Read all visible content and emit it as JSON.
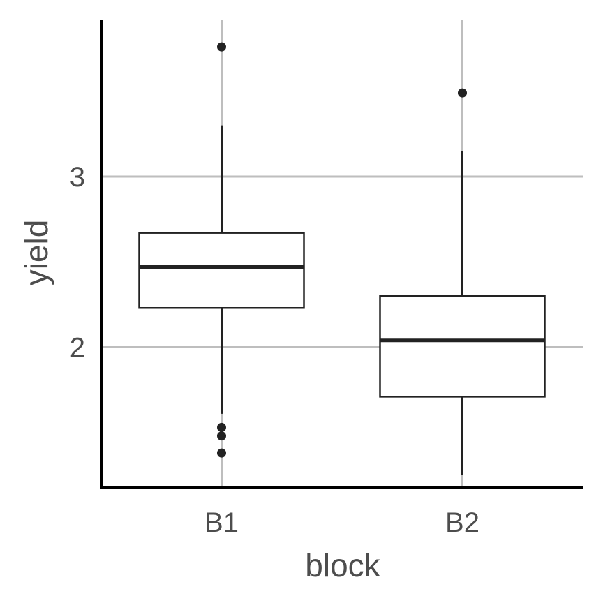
{
  "chart_data": {
    "type": "boxplot",
    "title": "",
    "xlabel": "block",
    "ylabel": "yield",
    "categories": [
      "B1",
      "B2"
    ],
    "ylim": [
      1.18,
      3.92
    ],
    "y_ticks": [
      2,
      3
    ],
    "grid": true,
    "legend": "none",
    "colors": {
      "axis": "#000000",
      "grid": "#bebebe",
      "box": "#222222",
      "text": "#4d4d4d",
      "fill": "#ffffff"
    },
    "boxes": [
      {
        "category": "B1",
        "q1": 2.23,
        "median": 2.47,
        "q3": 2.67,
        "whisker_low": 1.61,
        "whisker_high": 3.3,
        "outliers": [
          3.76,
          1.53,
          1.48,
          1.38
        ]
      },
      {
        "category": "B2",
        "q1": 1.71,
        "median": 2.04,
        "q3": 2.3,
        "whisker_low": 1.25,
        "whisker_high": 3.15,
        "outliers": [
          3.49
        ]
      }
    ]
  }
}
